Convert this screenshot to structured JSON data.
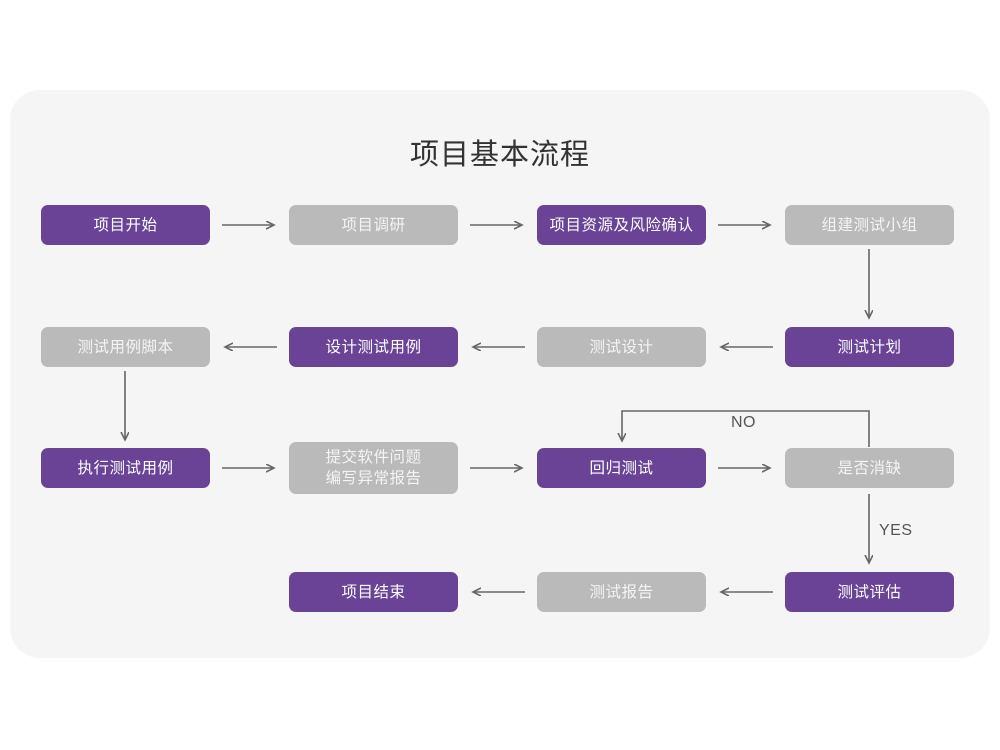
{
  "page": {
    "title": "项目基本流程",
    "background_color": "#ffffff",
    "panel_color": "#f5f5f5",
    "accent_purple": "#6a4296",
    "accent_gray": "#bababa",
    "connector_color": "#666666"
  },
  "flow": {
    "rows": [
      {
        "row_id": "row-1",
        "direction": "left-to-right",
        "nodes": [
          {
            "id": "n1",
            "label": "项目开始",
            "style": "purple"
          },
          {
            "id": "n2",
            "label": "项目调研",
            "style": "gray"
          },
          {
            "id": "n3",
            "label": "项目资源及风险确认",
            "style": "purple"
          },
          {
            "id": "n4",
            "label": "组建测试小组",
            "style": "gray"
          }
        ]
      },
      {
        "row_id": "row-2",
        "direction": "right-to-left",
        "nodes": [
          {
            "id": "n8",
            "label": "测试用例脚本",
            "style": "gray"
          },
          {
            "id": "n7",
            "label": "设计测试用例",
            "style": "purple"
          },
          {
            "id": "n6",
            "label": "测试设计",
            "style": "gray"
          },
          {
            "id": "n5",
            "label": "测试计划",
            "style": "purple"
          }
        ]
      },
      {
        "row_id": "row-3",
        "direction": "left-to-right",
        "nodes": [
          {
            "id": "n9",
            "label": "执行测试用例",
            "style": "purple"
          },
          {
            "id": "n10",
            "label": "提交软件问题\n编写异常报告",
            "style": "gray"
          },
          {
            "id": "n11",
            "label": "回归测试",
            "style": "purple"
          },
          {
            "id": "n12",
            "label": "是否消缺",
            "style": "gray"
          }
        ]
      },
      {
        "row_id": "row-4",
        "direction": "right-to-left",
        "nodes": [
          {
            "id": "n15",
            "label": "项目结束",
            "style": "purple"
          },
          {
            "id": "n14",
            "label": "测试报告",
            "style": "gray"
          },
          {
            "id": "n13",
            "label": "测试评估",
            "style": "purple"
          }
        ]
      }
    ],
    "edge_labels": [
      {
        "id": "no-label",
        "text": "NO"
      },
      {
        "id": "yes-label",
        "text": "YES"
      }
    ]
  }
}
